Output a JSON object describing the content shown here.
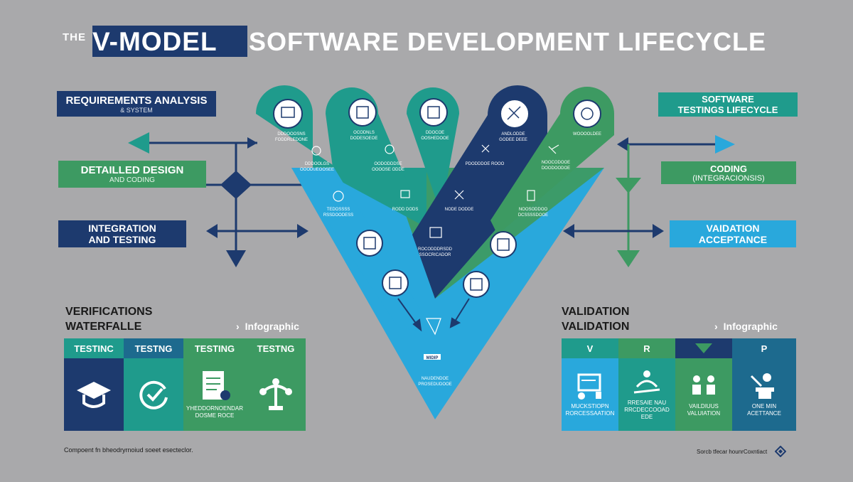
{
  "title": {
    "prefix": "THE",
    "highlight": "V-MODEL",
    "main": "SOFTWARE DEVELOPMENT LIFECYCLE"
  },
  "left_labels": {
    "requirements": {
      "title": "REQUIREMENTS ANALYSIS",
      "subtitle": "& SYSTEM"
    },
    "detailed_design": {
      "title": "DETAILLED DESIGN",
      "subtitle": "and CODING"
    },
    "integration": {
      "line1": "INTEGRATION",
      "line2": "AND TESTING"
    }
  },
  "right_labels": {
    "software_testing": {
      "line1": "SOFTWARE",
      "line2": "TESTINGS LIFECYCLE"
    },
    "coding": {
      "title": "CODING",
      "subtitle": "(INTEGRACIONSIS)"
    },
    "validation": {
      "line1": "VAIDATION",
      "line2": "ACCEPTANCE"
    }
  },
  "subtitles": {
    "left": {
      "line1": "VERIFICATIONS",
      "line2": "WATERFALLE",
      "infographic": "Infographic"
    },
    "right": {
      "line1": "VALIDATION",
      "line2": "VALIDATION",
      "infographic": "Infographic"
    }
  },
  "left_table": {
    "headers": [
      "TESTINC",
      "TESTNG",
      "TESTING",
      "TESTNG"
    ],
    "icons": [
      "graduation-cap-icon",
      "refresh-check-icon",
      "document-icon",
      "tree-network-icon"
    ],
    "caption": "YHEDDORNOENDAR\nDOSME ROCE"
  },
  "right_table": {
    "headers": [
      "V",
      "R",
      "",
      "P"
    ],
    "captions": [
      "MUCKSTIOPN\nRORCESSAATION",
      "RRESAIE NAU\nRRCDECCOOAD\nEDE",
      "VAILDIUUS\nVALUIATION",
      "ONE MIN\nACETTANCE"
    ]
  },
  "v_nodes": {
    "tips": [
      {
        "line1": "DDDOOOSNS",
        "line2": "FODDRLEDONE"
      },
      {
        "line1": "OCODNLS",
        "line2": "DODESOEOE"
      },
      {
        "line1": "DDOCOE",
        "line2": "OOSHEDOOE"
      },
      {
        "line1": "ANDLODDE",
        "line2": "GODEE DEEE"
      },
      {
        "line1": "WOOOOLDEE"
      }
    ],
    "row2": [
      {
        "line1": "DDDOOLGS",
        "line2": "OOODUEOOSEE"
      },
      {
        "line1": "OODODDDSE",
        "line2": "OOOOSE ODDE"
      },
      {
        "line1": "PDODDDOE ROOO"
      },
      {
        "line1": "NOOCODOOE",
        "line2": "DOODOODOE"
      }
    ],
    "row3": [
      {
        "line1": "TEDOSSSS",
        "line2": "RSSDOODESS"
      },
      {
        "line1": "RODD DODS"
      },
      {
        "line1": "NODE DODDE"
      },
      {
        "line1": "NOOSODDOO",
        "line2": "DCSSSSDOOE"
      }
    ],
    "center": {
      "line1": "ROCODDDRSDD",
      "line2": "SSOCRICADOR"
    },
    "bottom": {
      "badge": "MIDIP",
      "line1": "NAUDENDOE",
      "line2": "PROSEDUDOOE"
    }
  },
  "footer": {
    "left": "Compoent fn bheodryrnoiud soeet esecteclor.",
    "right": "Sorcb tfecar hounrCoxntiact"
  },
  "colors": {
    "background": "#a9a9ab",
    "navy": "#1d3a6e",
    "green": "#3d9a62",
    "teal": "#1f9b8c",
    "sky": "#29a8dc"
  }
}
